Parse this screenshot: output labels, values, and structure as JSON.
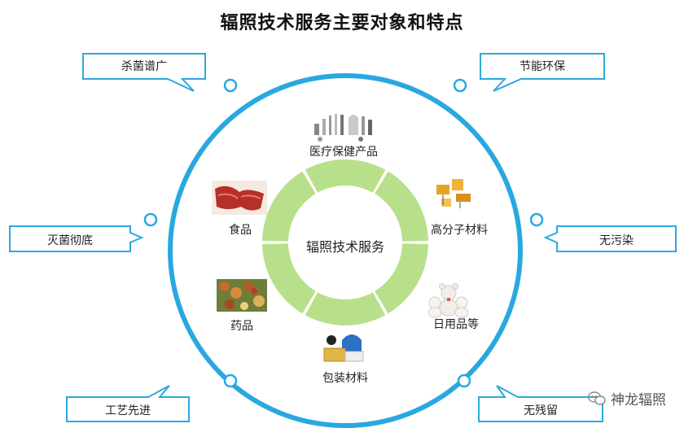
{
  "title": "辐照技术服务主要对象和特点",
  "center": {
    "label": "辐照技术服务"
  },
  "objects": [
    {
      "label": "医疗保健产品",
      "icon": "medical-supplies-icon"
    },
    {
      "label": "高分子材料",
      "icon": "polymer-material-icon"
    },
    {
      "label": "日用品等",
      "icon": "daily-goods-icon"
    },
    {
      "label": "包装材料",
      "icon": "packaging-material-icon"
    },
    {
      "label": "药品",
      "icon": "medicine-icon"
    },
    {
      "label": "食品",
      "icon": "food-icon"
    }
  ],
  "features": [
    {
      "label": "杀菌谱广"
    },
    {
      "label": "节能环保"
    },
    {
      "label": "灭菌彻底"
    },
    {
      "label": "无污染"
    },
    {
      "label": "工艺先进"
    },
    {
      "label": "无残留"
    }
  ],
  "watermark": {
    "text": "神龙辐照",
    "icon": "wechat-icon"
  },
  "colors": {
    "ring": "#29a8e0",
    "donut": "#b8e08a",
    "bubble_border": "#2ba9e1"
  }
}
